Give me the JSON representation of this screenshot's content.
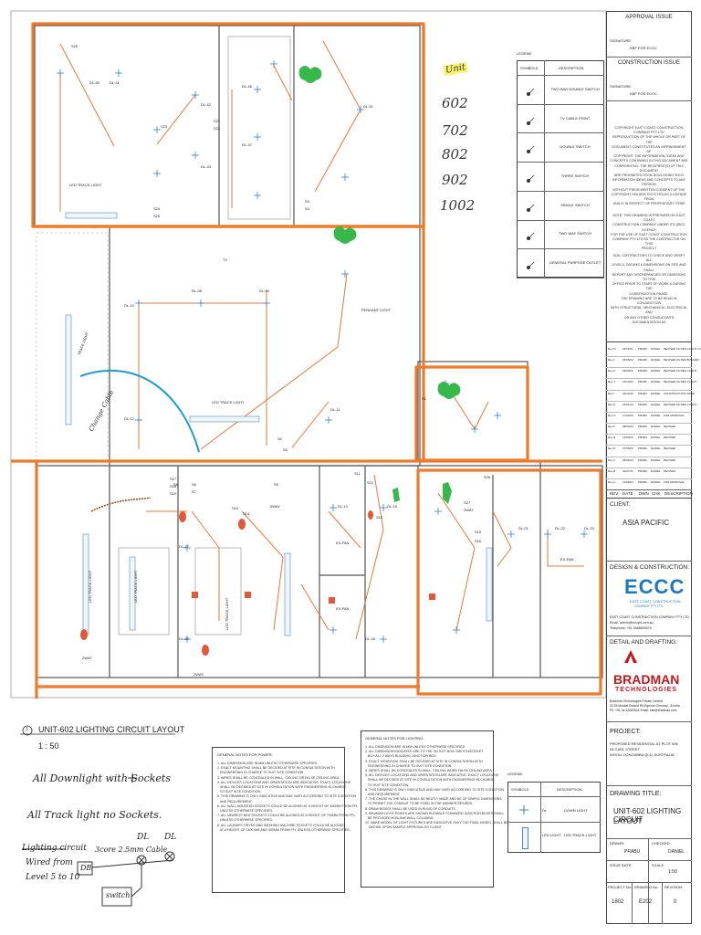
{
  "approval": {
    "title": "APPROVAL ISSUE",
    "signature": "SIGNATURE:",
    "sub": "KBF FOR ECCC"
  },
  "construction": {
    "title": "CONSTRUCTION ISSUE",
    "signature": "SIGNATURE:",
    "sub": "KBF FOR ECCC"
  },
  "copyright": "COPYRIGHT EAST COAST CONSTRUCTION COMPANY PTY LTD\nREPRODUCTION OF THE WHOLE OR PART OF THE\nDOCUMENT CONSTITUTES AN INFRINGEMENT OF\nCOPYRIGHT. THE INFORMATION, IDEAS AND\nCONCEPTS CONTAINED IN THIS DOCUMENT ARE\nCONFIDENTIAL. THE RECIPIENT(S) OF THIS DOCUMENT\nARE PROHIBITED FROM DISCLOSING SUCH\nINFORMATION IDEAS AND CONCEPTS TO ANY PERSON\nWITHOUT PRIOR WRITTEN CONSENT OF THE\nCOPYRIGHT HOLDER. ECCC HOLDS A LICENSE FROM\nAND IS IN RESPECT OF PROPRIETARY ITEMS",
  "note_license": "NOTE: THIS DRAWING IS PREPARED BY EAST COAST\nCONSTRUCTION COMPANY UNDER ITS QBCC LICENCE\nFOR THE USE OF EAST COAST CONSTRUCTION\nCOMPANY PTY LTD AS THE CONTRACTOR ON THIS\nPROJECT",
  "note_sub": "SUB- CONTRACTORS TO CHECK AND VERIFY ALL\nLEVELS, DATUMS & DIMENSIONS ON SITE AND SHALL\nREPORT ANY DISCREPANCIES OR OMISSIONS TO THIS\nOFFICE PRIOR TO START OF WORK & DURING THE\nCONSTRUCTION PHASE.\nTHE DRAWING ARE TO BE READ IN CONJUNCTION\nWITH STRUCTURAL, MECHANICAL, ELECTRICAL AND\nOR ANY OTHER CONSULTANTS DOCUMENTATION AS",
  "legend_top": {
    "title": "LEGEND",
    "headers": [
      "SYMBOLS",
      "DESCRIPTION"
    ],
    "rows": [
      "TWO WAY DOUBLE SWITCH",
      "TV CABLE POINT",
      "DOUBLE SWITCH",
      "THREE SWITCH",
      "SINGLE SWITCH",
      "TWO WAY SWITCH",
      "GENERAL PURPOSE OUTLET"
    ]
  },
  "revisions": {
    "headers": [
      "REV",
      "DATE",
      "DWN",
      "CHK",
      "DESCRIPTION"
    ],
    "rows": [
      [
        "Rev M",
        "18/12/21",
        "PRABU",
        "DANIEL",
        "REVISED AS PER CLIENT COMMENTS"
      ],
      [
        "Rev L",
        "23/06/22",
        "PRABU",
        "DANIEL",
        "REVISED AS PER BUILDER"
      ],
      [
        "Rev K",
        "06/09/22",
        "PRABU",
        "DANIEL",
        "REVISED AS PER CLIENT"
      ],
      [
        "Rev J",
        "13/10/22",
        "PRABU",
        "DANIEL",
        "REVISED AS PER CLIENT"
      ],
      [
        "Rev I",
        "19/12/22",
        "PRABU",
        "DANIEL",
        "CONSTRUCTION ISSUE"
      ],
      [
        "Rev H",
        "14/01/23",
        "PRABU",
        "DANIEL",
        "REVISED AS PER CLIENT"
      ],
      [
        "Rev G",
        "17/02/23",
        "PRABU",
        "DANIEL",
        "FOR APPROVAL"
      ],
      [
        "Rev F",
        "08/03/23",
        "PRABU",
        "DANIEL",
        "REVISED"
      ],
      [
        "Rev E",
        "13/04/23",
        "PRABU",
        "DANIEL",
        "REVISED"
      ],
      [
        "Rev D",
        "27/05/23",
        "PRABU",
        "DANIEL",
        "REVISED"
      ],
      [
        "Rev C",
        "05/06/23",
        "PRABU",
        "DANIEL",
        "REVISED"
      ],
      [
        "Rev B",
        "04/07/23",
        "PRABU",
        "DANIEL",
        "REVISED"
      ],
      [
        "Rev A",
        "12/08/23",
        "PRABU",
        "DANIEL",
        "FOR APPROVAL"
      ]
    ]
  },
  "client": {
    "label": "CLIENT:",
    "name": "ASIA PACIFIC"
  },
  "design": {
    "label": "DESIGN & CONSTRUCTION:",
    "logo": "ECCC",
    "logo_sub": "EAST COAST CONSTRUCTION",
    "logo_sub2": "COMPANY PTY LTD",
    "company": "EAST COAST CONSTRUCTION COMPANY PTY LTD",
    "email": "Email: admin@eccqld.com.au",
    "phone": "Telephone: +61 0488654679"
  },
  "detail": {
    "label": "DETAIL AND DRAFTING:",
    "logo": "BRADMAN",
    "logo_sub": "TECHNOLOGIES",
    "address": "Bradman Technologies Private Limited",
    "address2": "21/25 Mukkal Doland Rd,Egmore,Chennai - 8,India",
    "contact": "Ph: +91 44 42660541    Email: info@bradman.com"
  },
  "project": {
    "label": "PROJECT:",
    "line1": "PROPOSED RESIDENTIAL AT PLOT 506",
    "line2": "54 CARL STREET",
    "line3": "WOOLLOONGABBA QLD, AUSTRALIA"
  },
  "drawing": {
    "label": "DRAWING TITLE:",
    "title1": "UNIT-602 LIGHTING CIRCUIT",
    "title2": "LAYOUT",
    "drawn_label": "DRAWN:",
    "drawn": "PRABU",
    "checked_label": "CHECKED:",
    "checked": "DANIEL",
    "issue_label": "ISSUE DATE:",
    "scale_label": "SCALE:",
    "scale": "1:50",
    "project_no_label": "PROJECT No:",
    "project_no": "1802",
    "drawing_no_label": "DRAWING No:",
    "drawing_no": "E202",
    "revision_label": "REVISION:",
    "revision": "0"
  },
  "plan_title": {
    "num": "1",
    "title": "UNIT-602 LIGHTING CIRCUIT LAYOUT",
    "scale": "1 : 50"
  },
  "notes_power": {
    "title": "GENERAL NOTES FOR POWER:",
    "text": "1. ALL DIMENSION ARE IN MM UNLESS OTHERWISE SPECIFIED.\n2. EXACT MOUNTING SHALL BE DECIDED AT SITE IN CONSULTATION WITH\n   ENGINEERING IN CHARGE TO SUIT SITE CONDITION\n3. WIRES SHALL BE CONCEALED IN WALL, CEILING OR FALSE CEILING AREA.\n4. ALL DEVICES LOCATIONS AND ORIENTATION ARE INDICATIVE. EXACT LOCATIONS\n   SHALL BE DECIDED AT SITE IN CONSULTATION WITH ENGINEERING IN CHARGE\n   TO SUIT SITE CONDITION.\n5. THIS DRAWING IS ONLY INDICATIVE AND MAY VARY ACCORDING TO SITE CONDITION\n   AND REQUIREMENT.\n6. ALL WALL MOUNTED SOCKETS COULD BE ALIGNED AT A HEIGHT OF 400MM FROM FFL\n   UNLESS OTHERWISE SPECIFIED.\n7. ALL NEAREST BED SOCKETS COULD BE ALIGNED AT A HEIGHT OF 700MM FROM FFL\n   UNLESS OTHERWISE SPECIFIED.\n8. ALL LAUNDRY DRYER AND WASHING MACHINE SOCKETS COULD BE ALIGNED\n   AT A HEIGHT OF 1400 MM AND 400MM FROM FFL UNLESS OTHERWISE SPECIFIED."
  },
  "notes_lighting": {
    "title": "GENERAL NOTES FOR LIGHTING:",
    "text": "1. ALL DIMENSION ARE IN MM UNLESS OTHERWISE SPECIFIED.\n2. ALL DIMENSION INDICATED ARE TO THE OUTLET BOX/ SWITCH/SOCKET\n   BOX ALL 2 WAYS BUILDING JUNCTION BOX.\n3. EXACT MOUNTING SHALL BE DECIDED AT SITE IN CONSULTATION WITH\n   ENGINEERING IN CHARGE TO SUIT SITE CONDITION.\n4. WIRES SHALL BE CONCEALED IN WALL, CEILING WHEN FALSE CEILING AREA.\n5. ALL DEVICES LOCATIONS AND ORIENTATION ARE INDICATIVE. EXACT LOCATIONS\n   SHALL BE DECIDED AT SITE IN CONSULTATION WITH ENGINEERING IN CHARGE\n   TO SUIT SITE CONDITION.\n6. THIS DRAWING IS ONLY INDICATIVE AND MAY VARY ACCORDING TO SITE CONDITION\n   AND REQUIREMENT.\n7. THE CHASE IN THE WALL SHALL BE NEATLY MADE AND BE OF SIMPLE DIMENSIONS\n   TO PERMIT THE CONDUIT TO BE FIXED IN THE MANNER DESIRED.\n8. DRAW BOXES SHALL BE USED IN RUNS OF CONDUITS.\n9. MINIMUM LIGHT POINTS ARE SHOWN SUITABLE STANDARD JUNCTION BOXES SHALL\n   BE PROVIDED IN BLANK WALL COLUMNS.\n10. MAKE MODEL OF LIGHT FIXTURES ARE INDICATIVE ONLY THE FINAL MODEL SHALL BE\n    DECIDE UPON SAMPLE APPROVAL BY CLIENT."
  },
  "legend_bottom": {
    "title": "LEGEND",
    "headers": [
      "SYMBOLS",
      "DESCRIPTION"
    ],
    "rows": [
      [
        "DL",
        "DOWN LIGHT"
      ],
      [
        "LED LIGHT",
        "LED TRACK LIGHT"
      ]
    ]
  },
  "handwritten": {
    "units": [
      "Unit",
      "602",
      "702",
      "802",
      "902",
      "1002"
    ],
    "note1": "All Downlight with Sockets",
    "note2": "All Track light no Sockets.",
    "note3a": "Lighting circuit",
    "note3b": "Wired from",
    "note3c": "Level 5 to 10",
    "note4": "3core 2.5mm Cable",
    "dl_a": "DL",
    "dl_b": "DL",
    "db": "DB",
    "switch": "switch",
    "change": "Change Cable"
  },
  "plan_labels": {
    "led_track": "LED TRACK LIGHT",
    "led_track_light": "LED TRACK LIGHT",
    "pendant": "PENDANT LIGHT",
    "track_light": "TRACK LIGHT",
    "tv": "TV",
    "dl": [
      "DL-40",
      "DL-41",
      "DL-42",
      "DL-43",
      "DL-46",
      "DL-47",
      "DL-08",
      "DL-09",
      "DL-10",
      "DL-11",
      "DL-12",
      "DL-17",
      "DL-20",
      "DL-21",
      "DL-22",
      "DL-23",
      "DL-13",
      "DL-15",
      "DL-18",
      "DL-01"
    ],
    "sw": [
      "S20",
      "S21",
      "S22",
      "S23",
      "S24",
      "S25",
      "S1",
      "S2",
      "S3",
      "S4",
      "S5",
      "S6",
      "S7",
      "S8",
      "S9",
      "S10",
      "S11",
      "S12",
      "S13",
      "S14",
      "S15",
      "S16",
      "S17",
      "S18",
      "S19",
      "S26",
      "S27"
    ],
    "twoway": "2WAY",
    "exfan": "EX-FAN"
  }
}
